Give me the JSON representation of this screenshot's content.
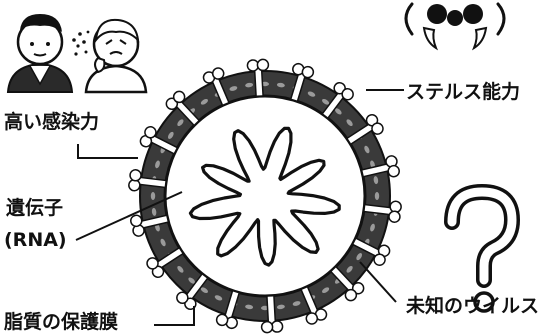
{
  "labels": {
    "infectivity": "高い感染力",
    "stealth": "ステルス能力",
    "gene": "遺伝子",
    "rna": "(RNA)",
    "lipid": "脂質の保護膜",
    "unknown": "未知のウイルス"
  },
  "icons": {
    "infectivity": "people-coughing-icon",
    "stealth": "stealth-face-icon",
    "unknown": "question-mark-icon"
  },
  "colors": {
    "ink": "#111111",
    "paper": "#ffffff",
    "membrane_band": "#3a3a3a",
    "spike": "#ffffff"
  }
}
